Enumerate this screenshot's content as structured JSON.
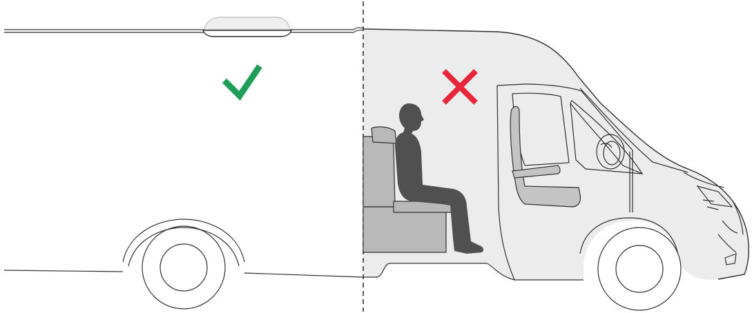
{
  "diagram": {
    "regions": [
      {
        "side": "rear",
        "mark": "check-icon",
        "status": "allowed"
      },
      {
        "side": "cab",
        "mark": "cross-icon",
        "status": "not-allowed"
      }
    ],
    "colors": {
      "allowed": "#1f9e5a",
      "not_allowed": "#e8263b",
      "cab_shade": "#ececec",
      "outline": "#2e2e2e",
      "silhouette": "#505050",
      "seat_fill": "#b9b9b9",
      "seat_front": "#c4c4c4"
    },
    "icons": [
      "roof-unit-icon",
      "check-icon",
      "cross-icon",
      "person-silhouette-icon",
      "seat-icon",
      "wheel-icon",
      "van-icon"
    ]
  }
}
